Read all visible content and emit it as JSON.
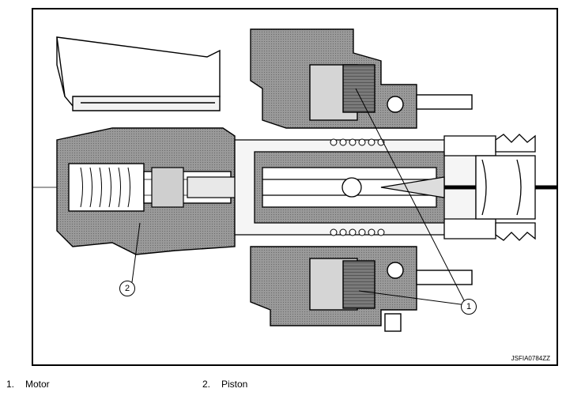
{
  "figure": {
    "id": "JSFIA0784ZZ",
    "callouts": [
      "1",
      "2"
    ]
  },
  "legend": [
    {
      "num": "1.",
      "label": "Motor"
    },
    {
      "num": "2.",
      "label": "Piston"
    }
  ],
  "colors": {
    "line": "#000000",
    "metal": "#8c8c8c",
    "hatch": "#b0b0b0",
    "background": "#ffffff"
  }
}
